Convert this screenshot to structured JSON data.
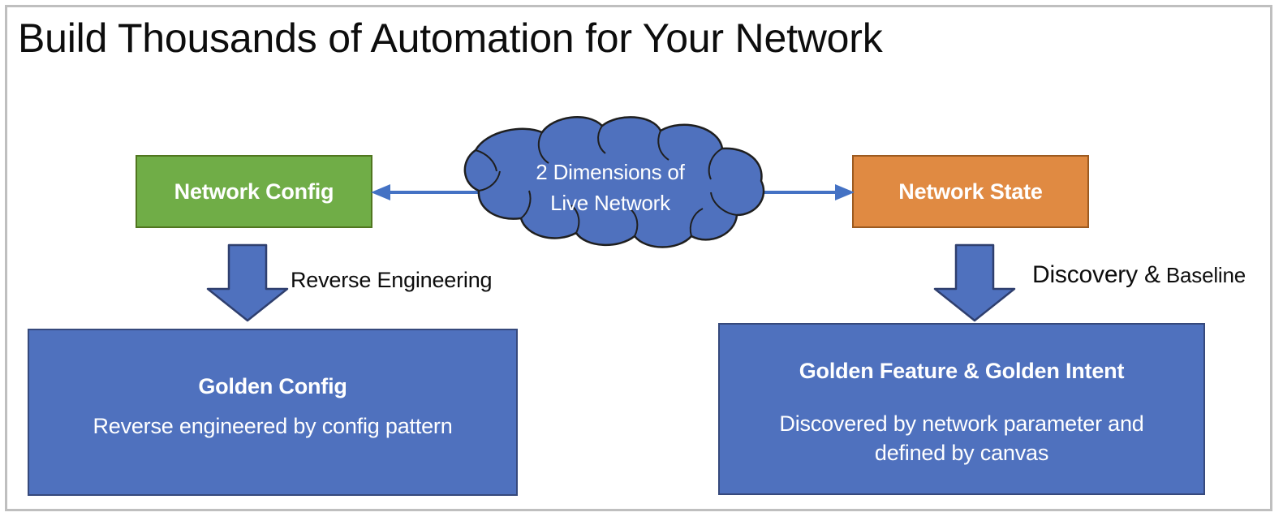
{
  "slide": {
    "title": "Build Thousands of Automation for Your Network",
    "background": "#ffffff",
    "frame_border_color": "#bfbfbf"
  },
  "nodes": {
    "network_config": {
      "label": "Network Config",
      "fill": "#70AD47",
      "border": "#50761f",
      "text_color": "#ffffff"
    },
    "network_state": {
      "label": "Network State",
      "fill": "#E08A42",
      "border": "#9c5a20",
      "text_color": "#ffffff"
    },
    "cloud": {
      "line1": "2 Dimensions of",
      "line2": "Live Network",
      "fill": "#4F71BE",
      "border": "#1f1f1f",
      "text_color": "#ffffff"
    },
    "golden_config": {
      "heading": "Golden Config",
      "subtitle": "Reverse engineered by config pattern",
      "fill": "#4F71BE",
      "border": "#36497c",
      "text_color": "#ffffff"
    },
    "golden_feature": {
      "heading": "Golden Feature & Golden Intent",
      "subtitle_line1": "Discovered by network parameter and",
      "subtitle_line2": "defined by canvas",
      "fill": "#4F71BE",
      "border": "#36497c",
      "text_color": "#ffffff"
    }
  },
  "arrows": {
    "cloud_to_config": {
      "direction": "left",
      "color": "#4472C4"
    },
    "cloud_to_state": {
      "direction": "right",
      "color": "#4472C4"
    },
    "reverse_engineering": {
      "caption": "Reverse Engineering",
      "direction": "down",
      "fill": "#4F71BE",
      "border": "#2f3f6e"
    },
    "discovery_baseline": {
      "caption_main": "Discovery &",
      "caption_small": " Baseline",
      "direction": "down",
      "fill": "#4F71BE",
      "border": "#2f3f6e"
    }
  }
}
